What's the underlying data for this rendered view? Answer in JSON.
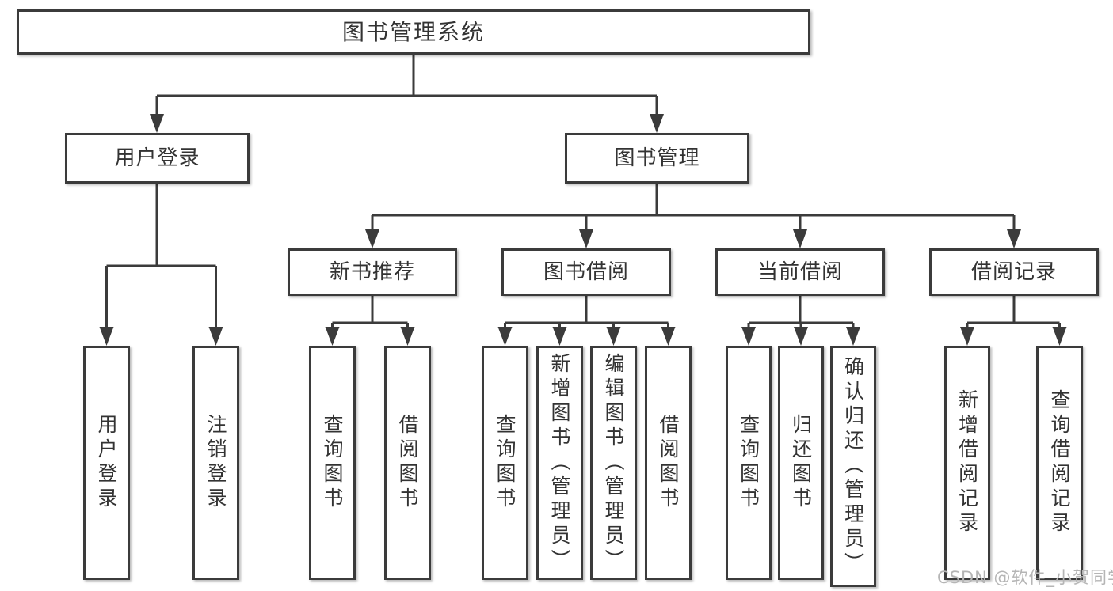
{
  "tree": {
    "root": {
      "label": "图书管理系统"
    },
    "branches": [
      {
        "label": "用户登录",
        "children": [
          {
            "label": "用户登录"
          },
          {
            "label": "注销登录"
          }
        ]
      },
      {
        "label": "图书管理",
        "groups": [
          {
            "label": "新书推荐",
            "children": [
              {
                "label": "查询图书"
              },
              {
                "label": "借阅图书"
              }
            ]
          },
          {
            "label": "图书借阅",
            "children": [
              {
                "label": "查询图书"
              },
              {
                "label": "新增图书（管理员）"
              },
              {
                "label": "编辑图书（管理员）"
              },
              {
                "label": "借阅图书"
              }
            ]
          },
          {
            "label": "当前借阅",
            "children": [
              {
                "label": "查询图书"
              },
              {
                "label": "归还图书"
              },
              {
                "label": "确认归还（管理员）"
              }
            ]
          },
          {
            "label": "借阅记录",
            "children": [
              {
                "label": "新增借阅记录"
              },
              {
                "label": "查询借阅记录"
              }
            ]
          }
        ]
      }
    ]
  },
  "watermark": {
    "text": "CSDN @软件_小贺同学"
  },
  "colors": {
    "line": "#3b3b3b",
    "text": "#333333",
    "watermark": "#b5b5b5",
    "background": "#ffffff"
  }
}
